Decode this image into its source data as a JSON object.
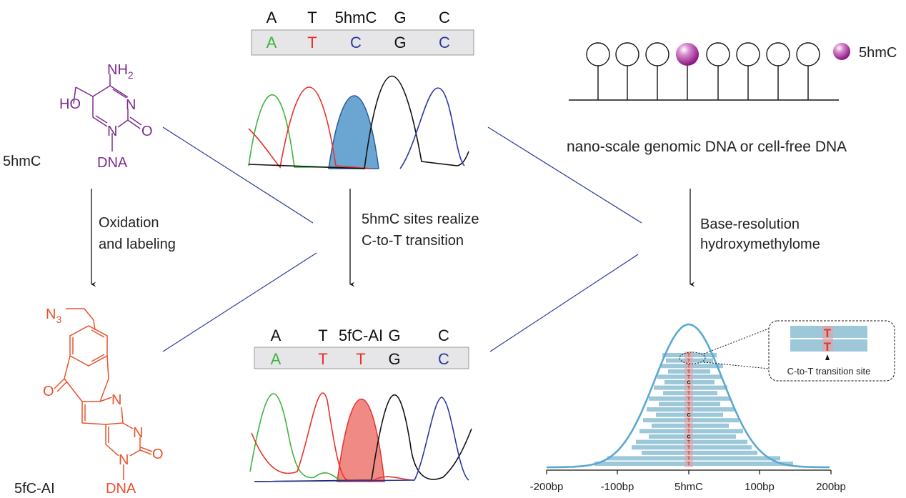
{
  "molecule_top": {
    "name": "5hmC",
    "nh2_main": "NH",
    "nh2_sub": "2",
    "ho": "HO",
    "n3": "N",
    "n1": "N",
    "o2": "O",
    "dna": "DNA",
    "color": "#7B2D8E"
  },
  "molecule_bottom": {
    "name": "5fC-AI",
    "n3_main": "N",
    "n3_sub": "3",
    "o_ketone": "O",
    "n_a": "N",
    "n_b": "N",
    "n_c": "N",
    "o_c2": "O",
    "dna": "DNA",
    "color": "#E8522E"
  },
  "step_left": {
    "line1": "Oxidation",
    "line2": "and labeling"
  },
  "step_middle": {
    "line1": "5hmC sites realize",
    "line2": "C-to-T transition"
  },
  "step_right": {
    "line1": "Base-resolution",
    "line2": "hydroxymethylome"
  },
  "chrom_top": {
    "headers": [
      "A",
      "T",
      "5hmC",
      "G",
      "C"
    ],
    "calls": [
      "A",
      "T",
      "C",
      "G",
      "C"
    ],
    "call_colors": [
      "#3DB53D",
      "#E8322A",
      "#2B3A9E",
      "#111111",
      "#2B3A9E"
    ]
  },
  "chrom_bottom": {
    "headers": [
      "A",
      "T",
      "5fC-AI",
      "G",
      "C"
    ],
    "calls": [
      "A",
      "T",
      "T",
      "G",
      "C"
    ],
    "call_colors": [
      "#3DB53D",
      "#E8322A",
      "#E8322A",
      "#111111",
      "#2B3A9E"
    ]
  },
  "dna_panel": {
    "legend": "5hmC",
    "caption": "nano-scale genomic DNA or cell-free DNA",
    "highlight_color": "#9B1E8C"
  },
  "reads_plot": {
    "axis_ticks": [
      "-200bp",
      "-100bp",
      "5hmC",
      "100bp",
      "200bp"
    ],
    "inset_label": "C-to-T transition site",
    "inset_base": "T",
    "read_color": "#9CC8DA",
    "curve_color": "#5AA8D2",
    "read_bases": [
      "T",
      "T",
      "T",
      "T",
      "T",
      "C",
      "T",
      "T",
      "T",
      "T",
      "T",
      "C",
      "T",
      "T",
      "T",
      "C",
      "T",
      "T",
      "T",
      "T",
      "T"
    ]
  }
}
